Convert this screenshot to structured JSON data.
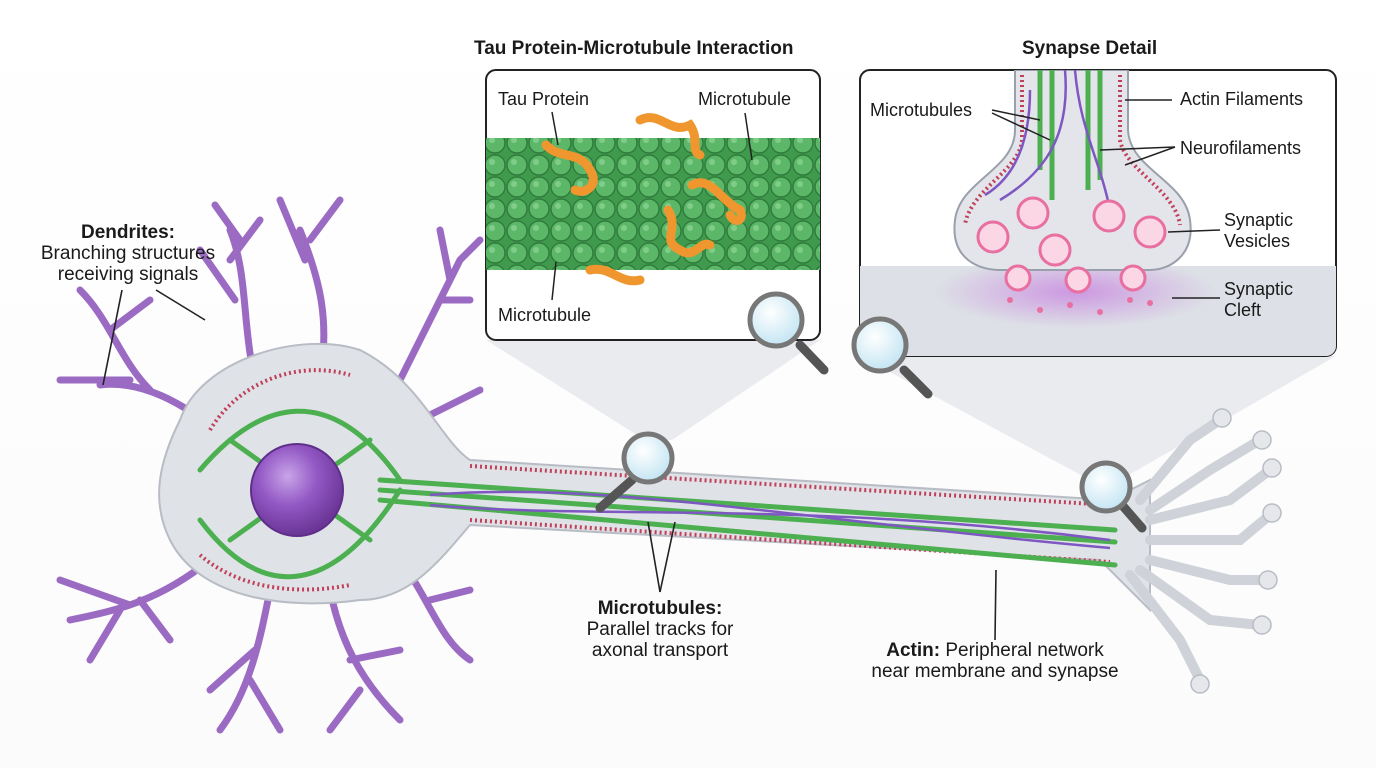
{
  "tau_inset": {
    "title": "Tau Protein-Microtubule Interaction",
    "label_tau": "Tau Protein",
    "label_mt_top": "Microtubule",
    "label_mt_bottom": "Microtubule"
  },
  "synapse_inset": {
    "title": "Synapse Detail",
    "label_microtubules": "Microtubules",
    "label_actin": "Actin Filaments",
    "label_neurofilaments": "Neurofilaments",
    "label_vesicles_1": "Synaptic",
    "label_vesicles_2": "Vesicles",
    "label_cleft_1": "Synaptic",
    "label_cleft_2": "Cleft"
  },
  "dendrites": {
    "heading": "Dendrites:",
    "line1": "Branching structures",
    "line2": "receiving signals"
  },
  "microtubules": {
    "heading": "Microtubules:",
    "line1": "Parallel tracks for",
    "line2": "axonal transport"
  },
  "actin": {
    "heading": "Actin:",
    "line1_rest": " Peripheral network",
    "line2": "near membrane and synapse"
  },
  "colors": {
    "microtubule_green": "#4caf50",
    "dendrite_purple": "#9b6bc4",
    "nucleus_purple": "#8a4fb8",
    "actin_red": "#c0405a",
    "tau_orange": "#f0962e",
    "vesicle_pink": "#e86fa0",
    "membrane_gray": "#d4d7dd"
  },
  "icons": [
    "magnifier-icon"
  ]
}
